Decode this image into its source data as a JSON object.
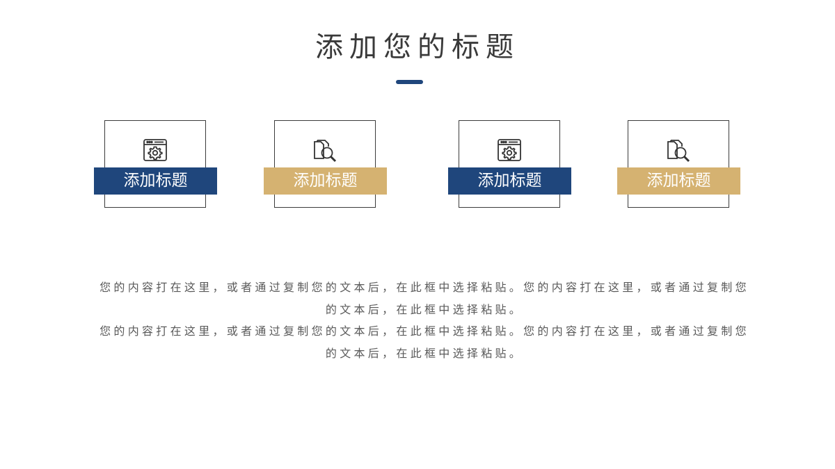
{
  "slide": {
    "title": "添加您的标题",
    "accent_color": "#1f467c",
    "gold_color": "#d5b271"
  },
  "cards": [
    {
      "label": "添加标题",
      "icon": "settings-window-icon",
      "band_color": "#1f467c"
    },
    {
      "label": "添加标题",
      "icon": "document-search-icon",
      "band_color": "#d5b271"
    },
    {
      "label": "添加标题",
      "icon": "settings-window-icon",
      "band_color": "#1f467c"
    },
    {
      "label": "添加标题",
      "icon": "document-search-icon",
      "band_color": "#d5b271"
    }
  ],
  "body": {
    "paragraphs": [
      "您的内容打在这里，或者通过复制您的文本后，在此框中选择粘贴。您的内容打在这里，或者通过复制您的文本后，在此框中选择粘贴。",
      "您的内容打在这里，或者通过复制您的文本后，在此框中选择粘贴。您的内容打在这里，或者通过复制您的文本后，在此框中选择粘贴。"
    ]
  }
}
